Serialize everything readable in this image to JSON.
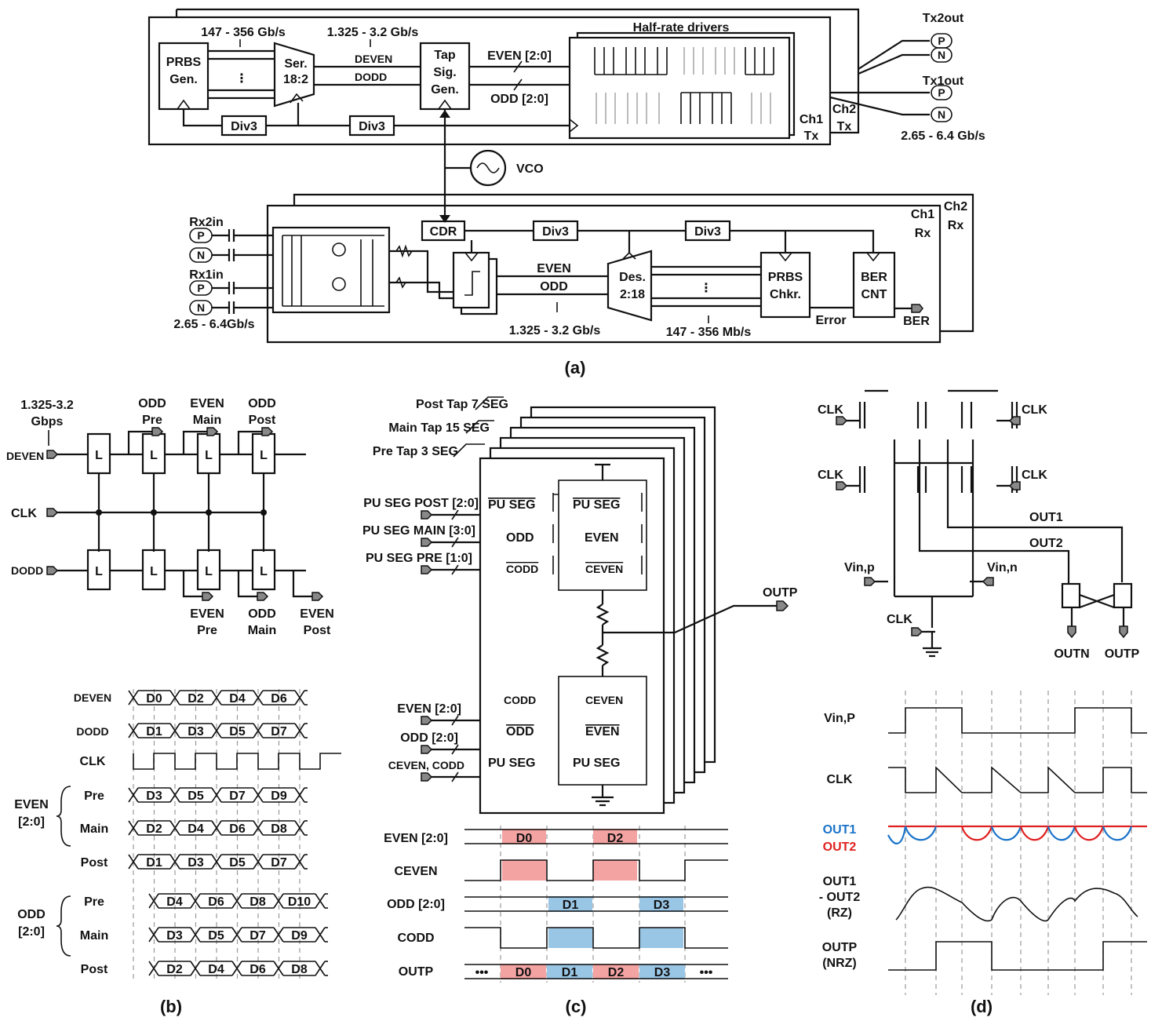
{
  "panel_a": {
    "caption": "(a)",
    "tx": {
      "rate_parallel": "147 - 356 Gb/s",
      "rate_half": "1.325 - 3.2 Gb/s",
      "prbs_gen": [
        "PRBS",
        "Gen."
      ],
      "ser": [
        "Ser.",
        "18:2"
      ],
      "d_even": "DEVEN",
      "d_odd": "DODD",
      "tap_sig_gen": [
        "Tap",
        "Sig.",
        "Gen."
      ],
      "even_bus": "EVEN [2:0]",
      "odd_bus": "ODD [2:0]",
      "half_rate_drivers": "Half-rate drivers",
      "div3_a": "Div3",
      "div3_b": "Div3",
      "ch1": [
        "Ch1",
        "Tx"
      ],
      "ch2": [
        "Ch2",
        "Tx"
      ],
      "tx2out": "Tx2out",
      "tx1out": "Tx1out",
      "pin_p": "P",
      "pin_n": "N",
      "rate_out": "2.65 - 6.4 Gb/s"
    },
    "vco": "VCO",
    "rx": {
      "rx2in": "Rx2in",
      "rx1in": "Rx1in",
      "pin_p": "P",
      "pin_n": "N",
      "rate_in": "2.65 - 6.4Gb/s",
      "cdr": "CDR",
      "div3_a": "Div3",
      "div3_b": "Div3",
      "even": "EVEN",
      "odd": "ODD",
      "rate_half": "1.325 - 3.2 Gb/s",
      "des": [
        "Des.",
        "2:18"
      ],
      "rate_parallel": "147 - 356 Mb/s",
      "prbs_chkr": [
        "PRBS",
        "Chkr."
      ],
      "ber_cnt": [
        "BER",
        "CNT"
      ],
      "error": "Error",
      "ber": "BER",
      "ch1": [
        "Ch1",
        "Rx"
      ],
      "ch2": [
        "Ch2",
        "Rx"
      ]
    }
  },
  "panel_b": {
    "caption": "(b)",
    "rate": [
      "1.325-3.2",
      "Gbps"
    ],
    "d_even": "DEVEN",
    "clk": "CLK",
    "d_odd": "DODD",
    "latch": "L",
    "taps_top": [
      [
        "ODD",
        "Pre"
      ],
      [
        "EVEN",
        "Main"
      ],
      [
        "ODD",
        "Post"
      ]
    ],
    "taps_bottom": [
      [
        "EVEN",
        "Pre"
      ],
      [
        "ODD",
        "Main"
      ],
      [
        "EVEN",
        "Post"
      ]
    ],
    "timing": {
      "d_even": "DEVEN",
      "d_odd": "DODD",
      "clk": "CLK",
      "even_group": [
        "EVEN",
        "[2:0]"
      ],
      "odd_group": [
        "ODD",
        "[2:0]"
      ],
      "pre": "Pre",
      "main": "Main",
      "post": "Post",
      "rows": {
        "d_even": [
          "D0",
          "D2",
          "D4",
          "D6"
        ],
        "d_odd": [
          "D1",
          "D3",
          "D5",
          "D7"
        ],
        "even_pre": [
          "D3",
          "D5",
          "D7",
          "D9"
        ],
        "even_main": [
          "D2",
          "D4",
          "D6",
          "D8"
        ],
        "even_post": [
          "D1",
          "D3",
          "D5",
          "D7"
        ],
        "odd_pre": [
          "D4",
          "D6",
          "D8",
          "D10"
        ],
        "odd_main": [
          "D3",
          "D5",
          "D7",
          "D9"
        ],
        "odd_post": [
          "D2",
          "D4",
          "D6",
          "D8"
        ]
      }
    }
  },
  "panel_c": {
    "caption": "(c)",
    "post_tap": "Post Tap 7 SEG",
    "main_tap": "Main Tap 15 SEG",
    "pre_tap": "Pre Tap 3 SEG",
    "pu_seg_post": "PU SEG POST [2:0]",
    "pu_seg_main": "PU SEG MAIN [3:0]",
    "pu_seg_pre": "PU SEG PRE [1:0]",
    "pu_seg": "PU SEG",
    "odd": "ODD",
    "even": "EVEN",
    "codd": "CODD",
    "ceven": "CEVEN",
    "outp": "OUTP",
    "even_bus": "EVEN [2:0]",
    "odd_bus": "ODD [2:0]",
    "ceven_codd": "CEVEN, CODD",
    "timing": {
      "even_bus": "EVEN [2:0]",
      "ceven": "CEVEN",
      "odd_bus": "ODD [2:0]",
      "codd": "CODD",
      "outp": "OUTP",
      "even_data": [
        "D0",
        "D2"
      ],
      "odd_data": [
        "D1",
        "D3"
      ],
      "out_data": [
        "D0",
        "D1",
        "D2",
        "D3"
      ],
      "dots": "•••",
      "even_color": "#f4a3a3",
      "odd_color": "#9ac6e6"
    }
  },
  "panel_d": {
    "caption": "(d)",
    "clk": "CLK",
    "out1": "OUT1",
    "out2": "OUT2",
    "vinp": "Vin,p",
    "vinn": "Vin,n",
    "outn": "OUTN",
    "outp": "OUTP",
    "timing": {
      "vinp": "Vin,P",
      "clk": "CLK",
      "out1": "OUT1",
      "out2": "OUT2",
      "diff": [
        "OUT1",
        "- OUT2",
        "(RZ)"
      ],
      "outp": [
        "OUTP",
        "(NRZ)"
      ],
      "out1_color": "#1a73c9",
      "out2_color": "#e02020"
    }
  }
}
